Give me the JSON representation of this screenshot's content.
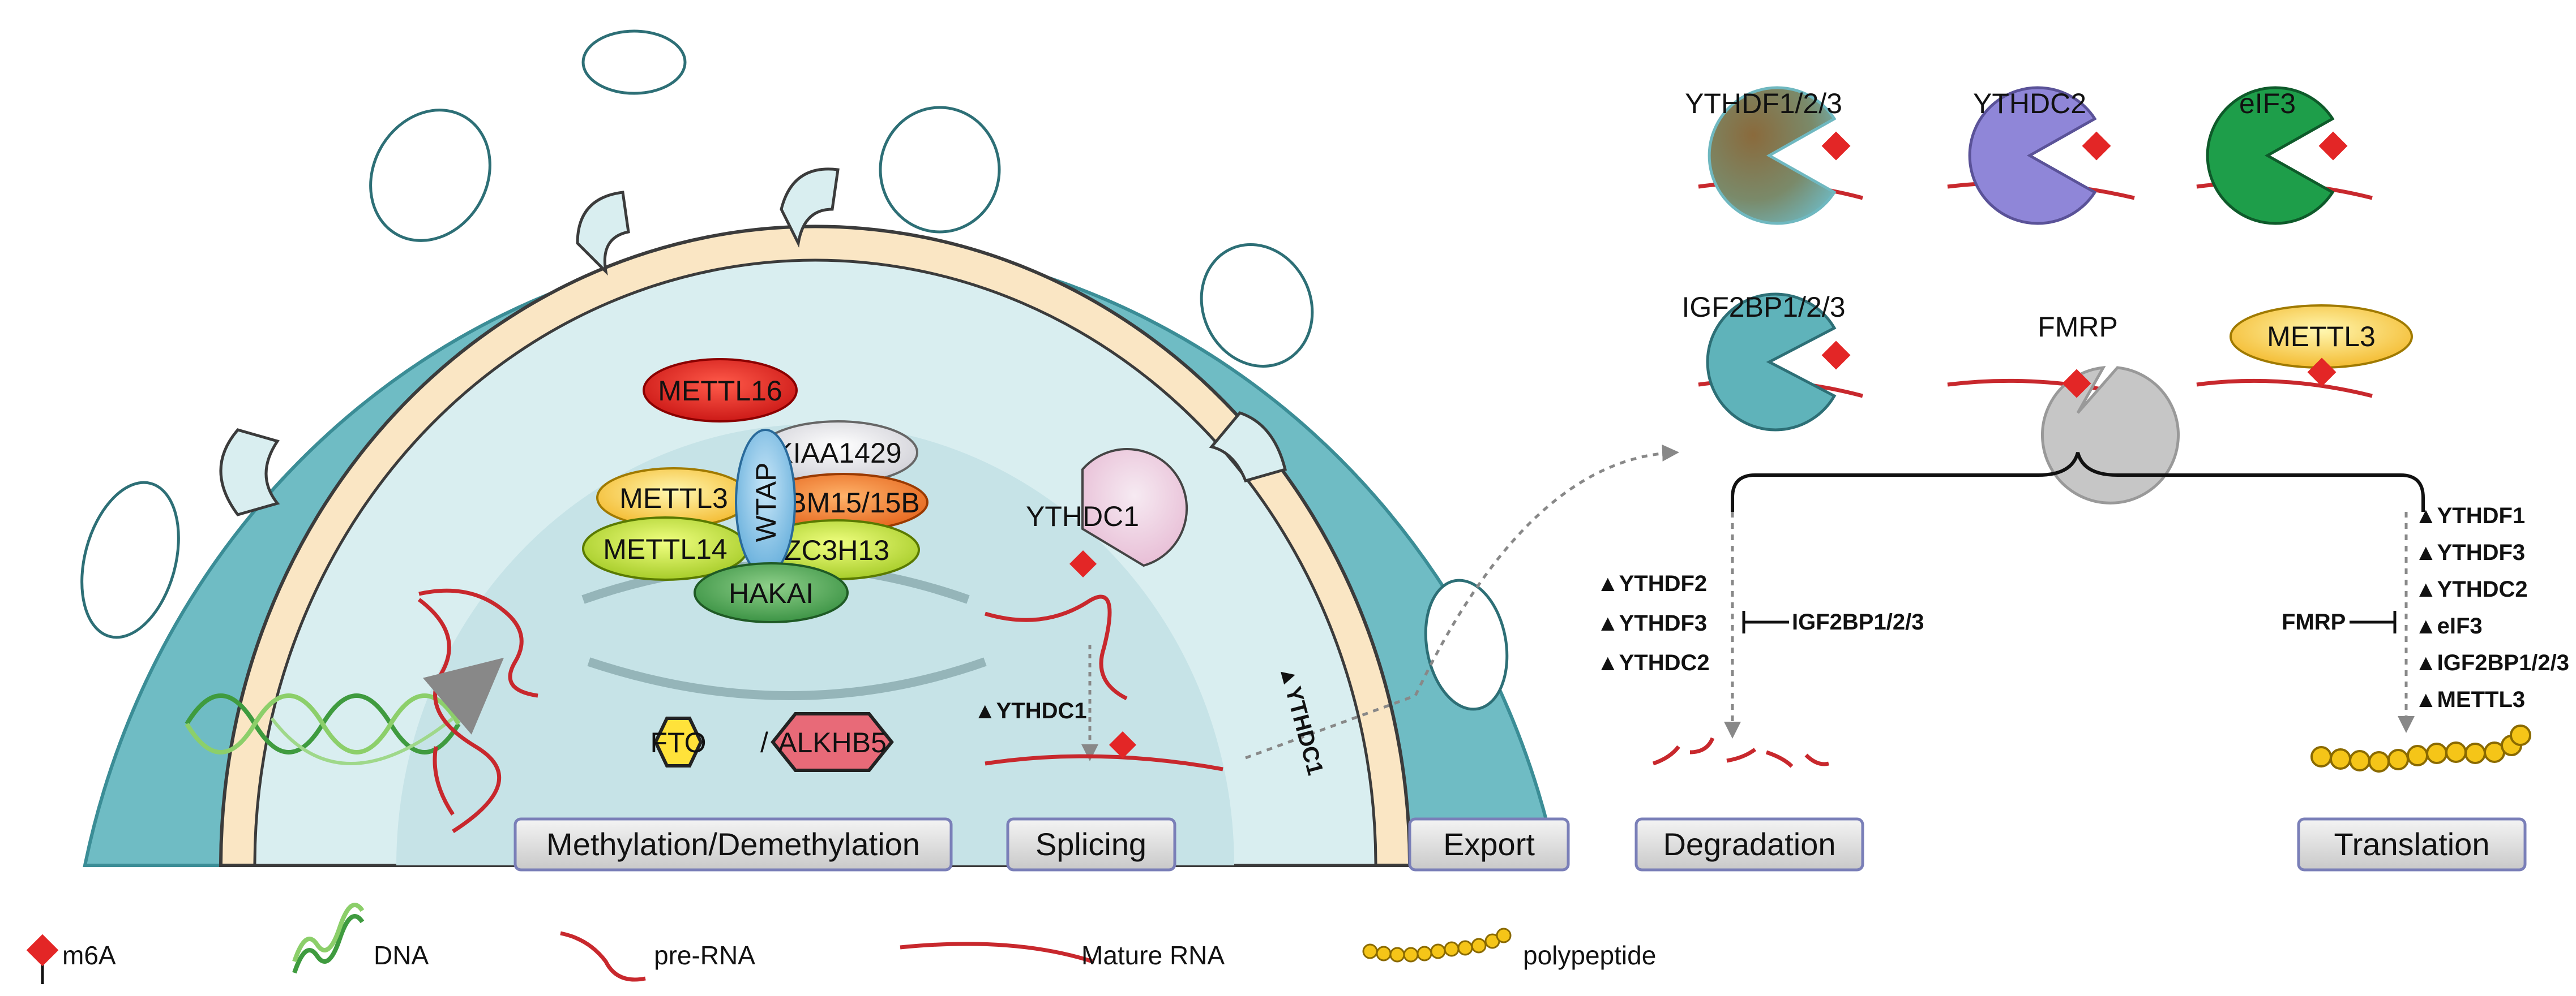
{
  "nucleus_proteins": {
    "mettl16": "METTL16",
    "kiaa1429": "KIAA1429",
    "wtap": "WTAP",
    "mettl3": "METTL3",
    "rbm15": "RBM15/15B",
    "mettl14": "METTL14",
    "zc3h13": "ZC3H13",
    "hakai": "HAKAI",
    "fto": "FTO",
    "slash": "/",
    "alkhb5": "ALKHB5",
    "ythdc1": "YTHDC1"
  },
  "splicing_marker": "▲YTHDC1",
  "export_marker": "▲YTHDC1",
  "readers": {
    "ythdf123": "YTHDF1/2/3",
    "ythdc2": "YTHDC2",
    "eif3": "eIF3",
    "igf2bp123": "IGF2BP1/2/3",
    "fmrp": "FMRP",
    "mettl3": "METTL3"
  },
  "degradation_promoters": [
    "▲YTHDF2",
    "▲YTHDF3",
    "▲YTHDC2"
  ],
  "degradation_inhibitor": "IGF2BP1/2/3",
  "translation_promoters": [
    "▲YTHDF1",
    "▲YTHDF3",
    "▲YTHDC2",
    "▲eIF3",
    "▲IGF2BP1/2/3",
    "▲METTL3"
  ],
  "translation_inhibitor": "FMRP",
  "stages": {
    "methylation": "Methylation/Demethylation",
    "splicing": "Splicing",
    "export": "Export",
    "degradation": "Degradation",
    "translation": "Translation"
  },
  "legend": {
    "m6a": "m6A",
    "dna": "DNA",
    "pre_rna": "pre-RNA",
    "mature_rna": "Mature  RNA",
    "polypeptide": "polypeptide"
  },
  "colors": {
    "cell_teal": "#6fbcc4",
    "membrane_cream": "#fae6c4",
    "nucleoplasm": "#d9eef0",
    "rna_red": "#c8282d",
    "m6a_red": "#e32626",
    "mettl16": "#e0201c",
    "alkhb5": "#e86a78",
    "fto": "#ffe23a",
    "ythdc2": "#8f86d8",
    "eif3": "#1e9e4a",
    "fmrp": "#c6c6c6",
    "igf2bp": "#5fb3ba"
  }
}
